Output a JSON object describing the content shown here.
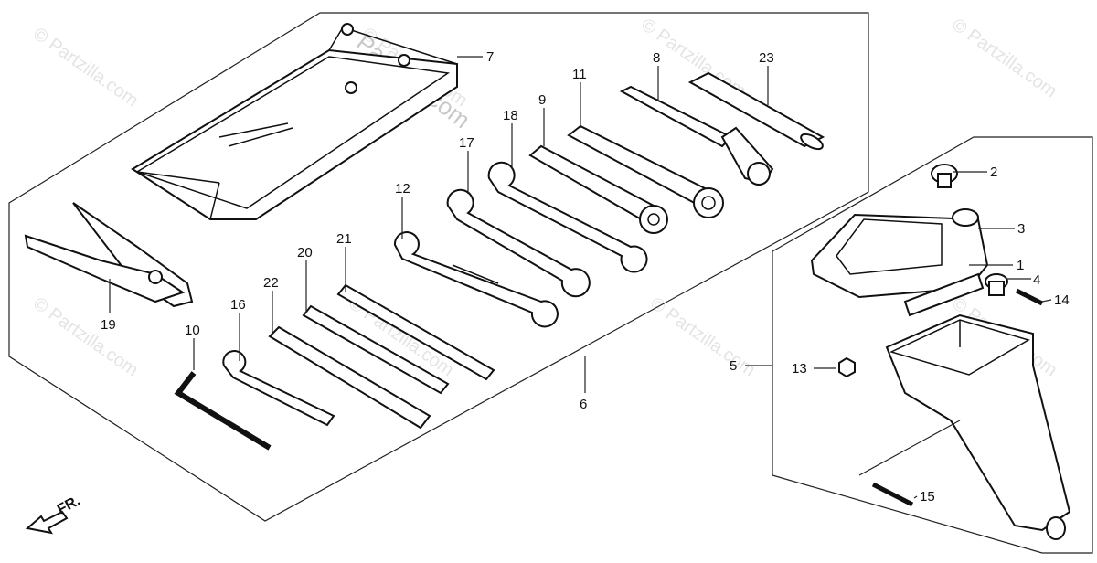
{
  "diagram": {
    "watermark": "© Partzilla.com",
    "big_watermark": "Partzilla.com",
    "front_indicator": "FR.",
    "callouts": [
      {
        "id": "7",
        "label": "7"
      },
      {
        "id": "8",
        "label": "8"
      },
      {
        "id": "23",
        "label": "23"
      },
      {
        "id": "11",
        "label": "11"
      },
      {
        "id": "9",
        "label": "9"
      },
      {
        "id": "18",
        "label": "18"
      },
      {
        "id": "17",
        "label": "17"
      },
      {
        "id": "12",
        "label": "12"
      },
      {
        "id": "21",
        "label": "21"
      },
      {
        "id": "20",
        "label": "20"
      },
      {
        "id": "22",
        "label": "22"
      },
      {
        "id": "16",
        "label": "16"
      },
      {
        "id": "10",
        "label": "10"
      },
      {
        "id": "19",
        "label": "19"
      },
      {
        "id": "6",
        "label": "6"
      },
      {
        "id": "2",
        "label": "2"
      },
      {
        "id": "3",
        "label": "3"
      },
      {
        "id": "1",
        "label": "1"
      },
      {
        "id": "4",
        "label": "4"
      },
      {
        "id": "14",
        "label": "14"
      },
      {
        "id": "5",
        "label": "5"
      },
      {
        "id": "13",
        "label": "13"
      },
      {
        "id": "15",
        "label": "15"
      }
    ]
  }
}
